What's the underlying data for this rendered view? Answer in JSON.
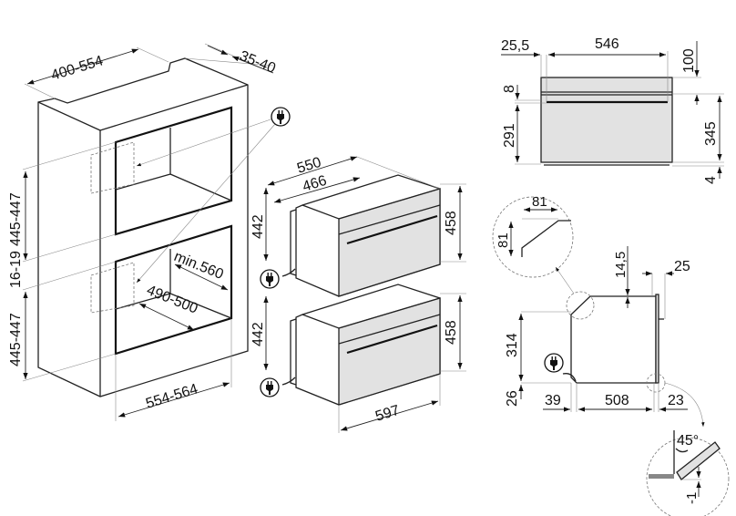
{
  "niche": {
    "depth": "400-554",
    "rear_gap": "35-40",
    "upper_height": "445-447",
    "spacer": "16-19",
    "lower_height": "445-447",
    "inner_depth": "min.560",
    "inner_width": "490-500",
    "width": "554-564"
  },
  "ovens": {
    "depth_total": "550",
    "depth_body": "466",
    "body_height_top": "442",
    "body_height_bottom": "442",
    "front_height_top": "458",
    "front_height_bottom": "458",
    "width": "597"
  },
  "front_view": {
    "side_offset": "25,5",
    "inner_width": "546",
    "top_gap": "100",
    "strip": "8",
    "door_height": "291",
    "front_height": "345",
    "base": "4"
  },
  "side_view": {
    "chamfer_w": "81",
    "chamfer_h": "81",
    "top_offset": "14,5",
    "door_depth": "25",
    "body_height": "314",
    "foot": "26",
    "rear": "39",
    "depth": "508",
    "front": "23",
    "angle": "45°",
    "gap": "-1"
  },
  "icons": [
    "plug-icon"
  ],
  "colors": {
    "line": "#222222",
    "fill": "#e2e2e2"
  }
}
